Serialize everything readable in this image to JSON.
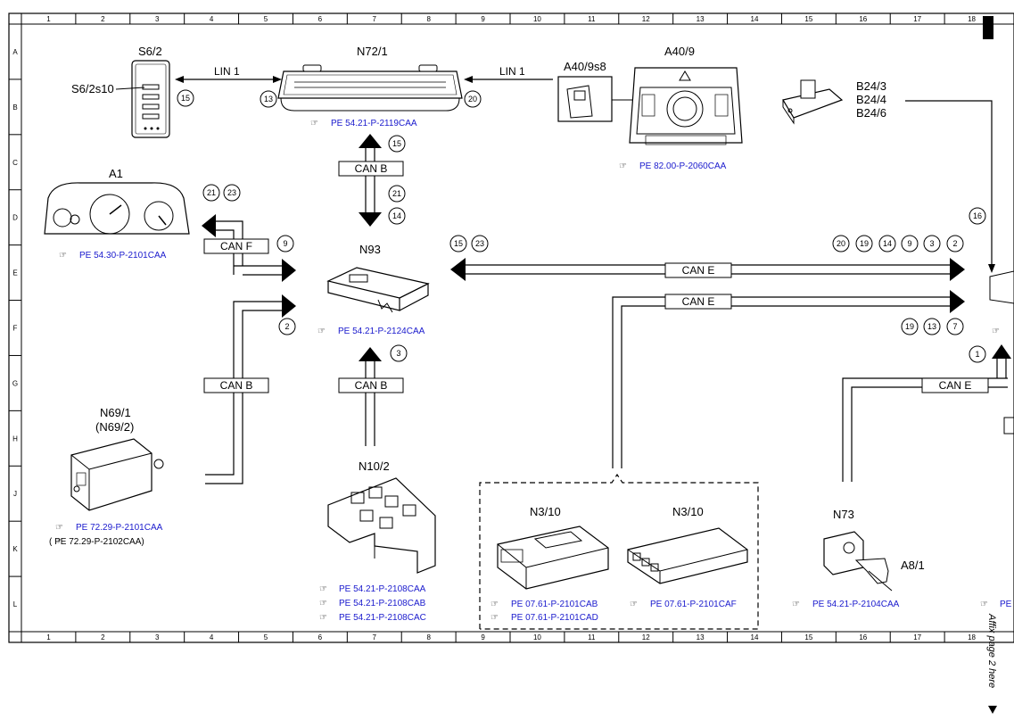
{
  "grid": {
    "columns": [
      "1",
      "2",
      "3",
      "4",
      "5",
      "6",
      "7",
      "8",
      "9",
      "10",
      "11",
      "12",
      "13",
      "14",
      "15",
      "16",
      "17",
      "18"
    ],
    "rows": [
      "A",
      "B",
      "C",
      "D",
      "E",
      "F",
      "G",
      "H",
      "J",
      "K",
      "L"
    ]
  },
  "components": {
    "s6_2": "S6/2",
    "s6_2s10": "S6/2s10",
    "n72_1": "N72/1",
    "a40_9s8": "A40/9s8",
    "a40_9": "A40/9",
    "b24_3": "B24/3",
    "b24_4": "B24/4",
    "b24_6": "B24/6",
    "a1": "A1",
    "n93": "N93",
    "n69_1": "N69/1",
    "n69_2": "(N69/2)",
    "n10_2": "N10/2",
    "n3_10_a": "N3/10",
    "n3_10_b": "N3/10",
    "n73": "N73",
    "a8_1": "A8/1"
  },
  "buses": {
    "lin1_left": "LIN 1",
    "lin1_right": "LIN 1",
    "can_b_top": "CAN B",
    "can_f": "CAN F",
    "can_b_left": "CAN B",
    "can_b_center": "CAN B",
    "can_e_top": "CAN E",
    "can_e_mid": "CAN E",
    "can_e_right": "CAN E"
  },
  "references": {
    "n72_1": "PE 54.21-P-2119CAA",
    "a40_9": "PE 82.00-P-2060CAA",
    "a1": "PE 54.30-P-2101CAA",
    "n93": "PE 54.21-P-2124CAA",
    "n69_1": "PE 72.29-P-2101CAA",
    "n69_2": "(    PE 72.29-P-2102CAA)",
    "n10_2_a": "PE 54.21-P-2108CAA",
    "n10_2_b": "PE 54.21-P-2108CAB",
    "n10_2_c": "PE 54.21-P-2108CAC",
    "n3_10_a1": "PE 07.61-P-2101CAB",
    "n3_10_a2": "PE 07.61-P-2101CAD",
    "n3_10_b": "PE 07.61-P-2101CAF",
    "n73": "PE 54.21-P-2104CAA",
    "edge": "PE"
  },
  "circles": {
    "s6_15": "15",
    "n72_13": "13",
    "n72_20": "20",
    "up_15": "15",
    "dn_21": "21",
    "dn_14": "14",
    "a1_21": "21",
    "a1_23": "23",
    "canf_9": "9",
    "canb_2": "2",
    "n93_15": "15",
    "n93_23": "23",
    "n10_3": "3",
    "b24_16": "16",
    "r_20": "20",
    "r_19": "19",
    "r_14": "14",
    "r_9": "9",
    "r_3": "3",
    "r_2": "2",
    "m_19": "19",
    "m_13": "13",
    "m_7": "7",
    "n73_1": "1"
  },
  "side_note": "Affix page 2 here"
}
